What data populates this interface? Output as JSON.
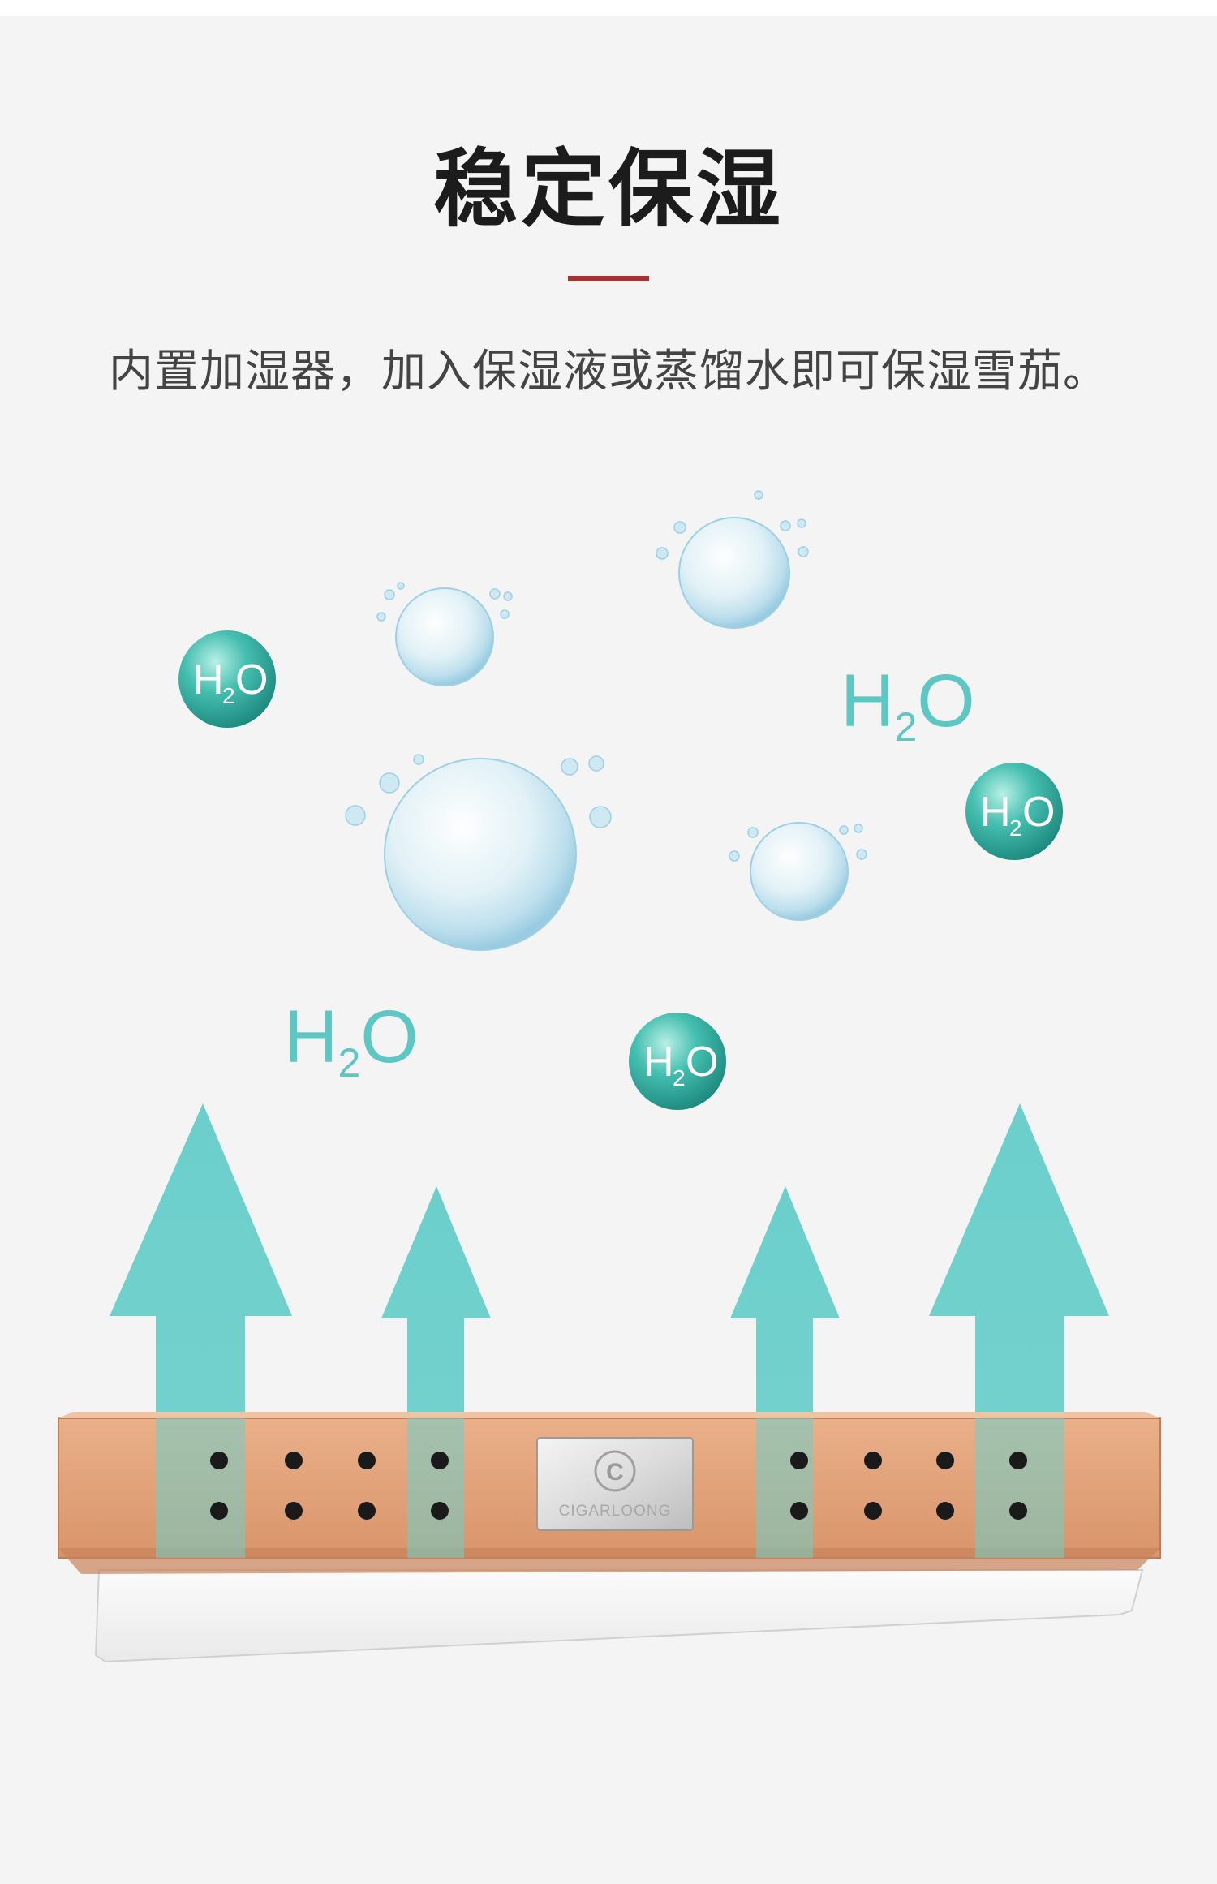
{
  "heading": {
    "title": "稳定保湿",
    "subtitle": "内置加湿器，加入保湿液或蒸馏水即可保湿雪茄。"
  },
  "molecule_label": {
    "main": "H",
    "sub": "2",
    "tail": "O"
  },
  "humidifier": {
    "brand_badge": "CIGARLOONG",
    "badge_letter": "C",
    "wood_color": "#e2a27a",
    "arrow_color": "#6ccfcb"
  },
  "colors": {
    "accent_rule": "#a8302e",
    "teal_text": "#5cc7c3",
    "teal_ball": "#3fb8a8"
  }
}
